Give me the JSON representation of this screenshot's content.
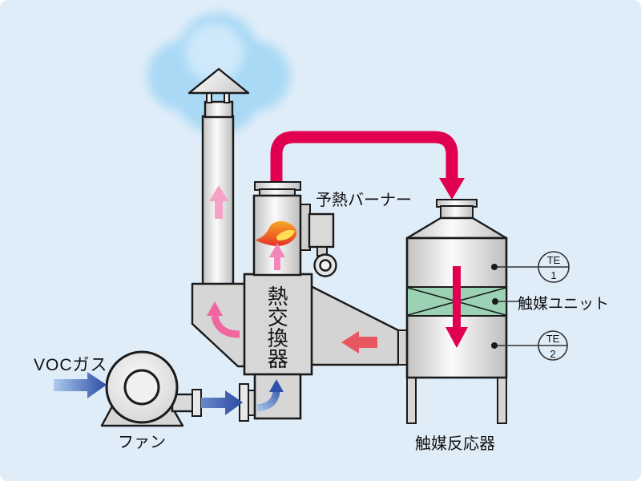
{
  "diagram": {
    "type": "process-flow-diagram",
    "background_color": "#DFEDF9",
    "labels": {
      "voc_gas": "VOCガス",
      "fan": "ファン",
      "preheat_burner": "予熱バーナー",
      "heat_exchanger": "熱交換器",
      "catalyst_unit": "触媒ユニット",
      "catalyst_reactor": "触媒反応器"
    },
    "instruments": [
      {
        "tag": "TE",
        "number": "1",
        "attached_to": "catalyst_reactor upper section"
      },
      {
        "tag": "TE",
        "number": "2",
        "attached_to": "catalyst_reactor lower section"
      }
    ],
    "colors": {
      "background": "#DFEDF9",
      "cloud": "#A9D9F5",
      "equipment_fill": "#D7D7D7",
      "outline": "#1A1A1A",
      "hot_gas_pipe_crimson": "#E0004F",
      "warm_return_arrow_coral": "#E8575F",
      "treated_gas_arrow_pink": "#F4A2C6",
      "hopper_turn_arrow_pink": "#EF679E",
      "burner_arrow_pink": "#F286B8",
      "voc_gas_arrow_blue": "#2B4BA3",
      "catalyst_band_green": "#9CD2B4"
    },
    "flows": [
      {
        "from": "VOCガス inlet",
        "to": "ファン",
        "color": "blue",
        "direction": "right"
      },
      {
        "from": "ファン",
        "to": "熱交換器 inlet",
        "color": "blue",
        "direction": "right then up"
      },
      {
        "from": "熱交換器",
        "to": "予熱バーナー",
        "color": "pink",
        "direction": "up"
      },
      {
        "from": "予熱バーナー",
        "to": "触媒反応器",
        "color": "crimson",
        "direction": "over and down"
      },
      {
        "from": "触媒反応器 (through 触媒ユニット)",
        "to": "outlet",
        "color": "crimson",
        "direction": "down"
      },
      {
        "from": "触媒反応器",
        "to": "熱交換器",
        "color": "coral",
        "direction": "left"
      },
      {
        "from": "熱交換器",
        "to": "煙突 (stack)",
        "color": "pink",
        "direction": "up"
      },
      {
        "from": "煙突",
        "to": "大気 (cloud)",
        "color": "pink",
        "direction": "up"
      }
    ]
  }
}
